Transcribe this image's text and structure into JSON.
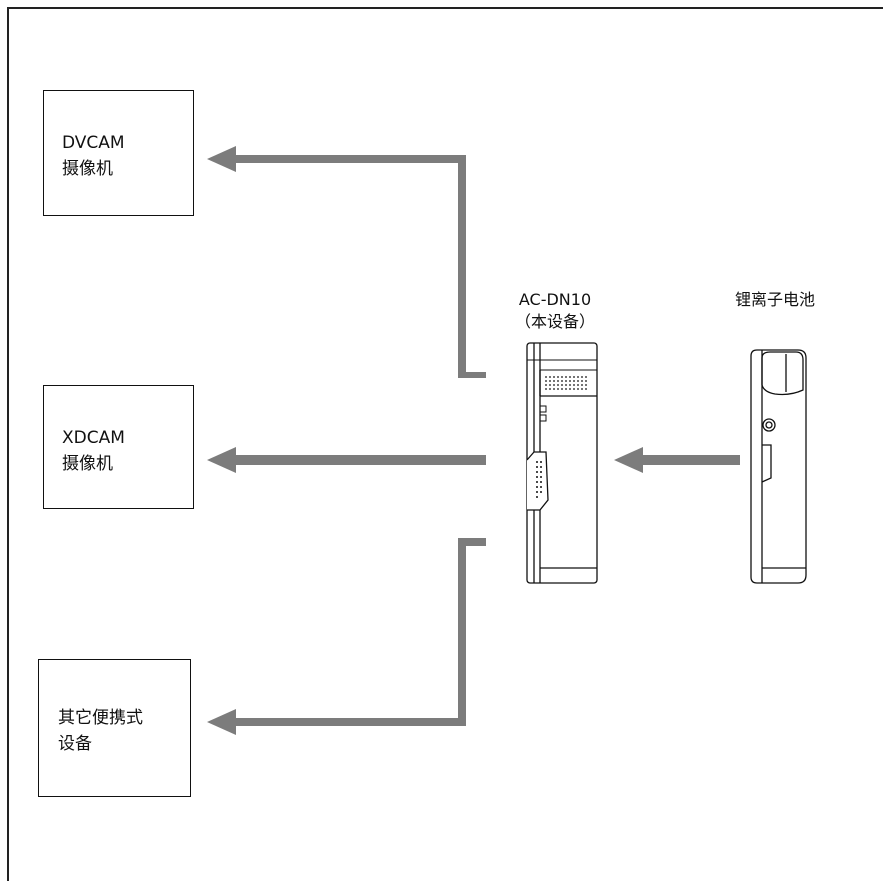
{
  "devices": {
    "dvcam": {
      "line1": "DVCAM",
      "line2": "摄像机"
    },
    "xdcam": {
      "line1": "XDCAM",
      "line2": "摄像机"
    },
    "other": {
      "line1": "其它便携式",
      "line2": "设备"
    }
  },
  "adapter": {
    "model": "AC-DN10",
    "note": "（本设备）"
  },
  "battery": {
    "label": "锂离子电池"
  },
  "colors": {
    "arrow": "#7c7c7c",
    "outline": "#111111"
  }
}
